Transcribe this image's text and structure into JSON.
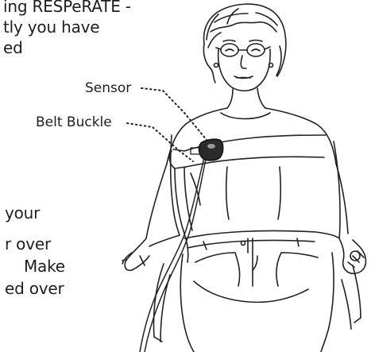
{
  "text_top": [
    "ing RESPeRATE -",
    "tly you have",
    "ed"
  ],
  "text_bottom": [
    "your",
    "r over",
    "Make",
    "ed over"
  ],
  "callouts": {
    "sensor": "Sensor",
    "belt_buckle": "Belt Buckle"
  }
}
